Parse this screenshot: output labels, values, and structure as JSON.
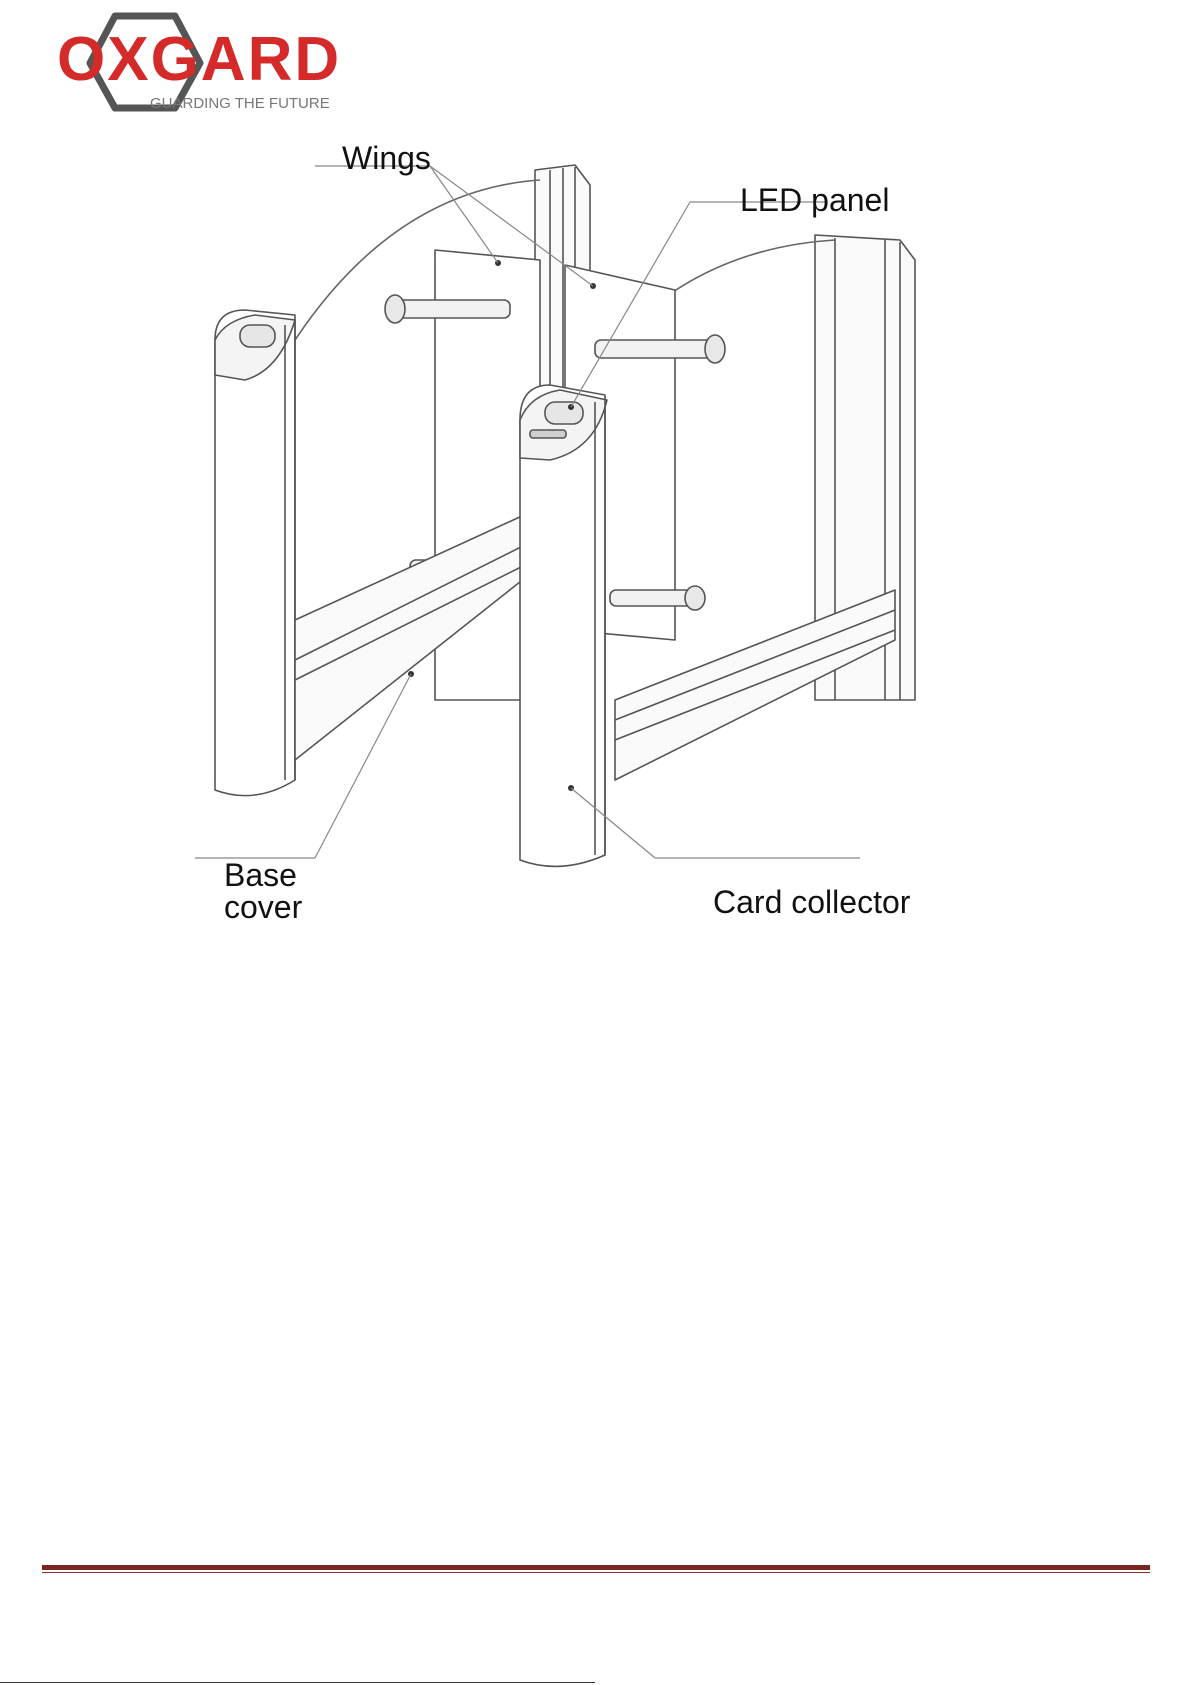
{
  "header": {
    "logo": {
      "brand": "OXGARD",
      "tagline": "GUARDING THE FUTURE",
      "colors": {
        "brand_red": "#d42a2a",
        "frame_gray": "#555555",
        "tagline_gray": "#777777"
      }
    }
  },
  "figure": {
    "callouts": {
      "wings": "Wings",
      "led_panel": "LED panel",
      "base_cover": "Base\ncover",
      "card_collector": "Card collector"
    }
  },
  "footer": {
    "rule_color": "#7a2424"
  }
}
